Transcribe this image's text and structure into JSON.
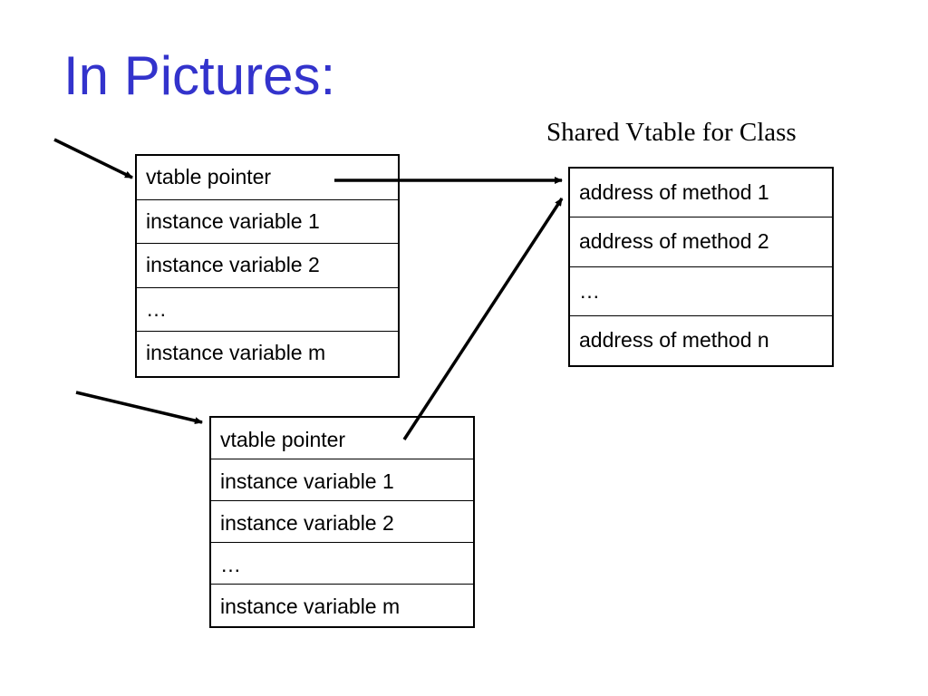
{
  "title": "In Pictures:",
  "vtable_caption": "Shared Vtable for Class",
  "object_1": {
    "rows": [
      "vtable pointer",
      "instance variable 1",
      "instance variable 2",
      "…",
      "instance variable m"
    ]
  },
  "object_2": {
    "rows": [
      "vtable pointer",
      "instance variable 1",
      "instance variable 2",
      "…",
      "instance variable m"
    ]
  },
  "vtable": {
    "rows": [
      "address of method 1",
      "address of method 2",
      "…",
      "address of method n"
    ]
  },
  "colors": {
    "title": "#3333cc",
    "lines": "#000000"
  }
}
